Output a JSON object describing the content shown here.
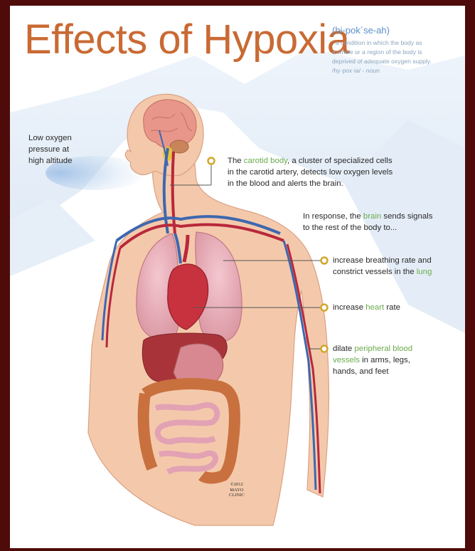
{
  "title": "Effects of Hypoxia",
  "pronunciation": "(hi-pok´se-ah)",
  "definition": [
    ": a condition in which the body as",
    "a whole or a region of the body is",
    "deprived of adequate oxygen supply.",
    "/hy·pox·ia/ - noun"
  ],
  "low_oxygen": [
    "Low oxygen",
    "pressure at",
    "high altitude"
  ],
  "carotid": {
    "pre": "The ",
    "term": "carotid body",
    "post": ", a cluster of specialized cells",
    "line2": "in the carotid artery, detects low oxygen levels",
    "line3": "in the blood and alerts the brain."
  },
  "response": {
    "pre": "In response, the ",
    "term": "brain",
    "post": " sends signals",
    "line2": "to the rest of the body to..."
  },
  "lung_effect": {
    "line1": "increase breathing rate and",
    "pre2": "constrict vessels in the ",
    "term": "lung"
  },
  "heart_effect": {
    "pre": "increase ",
    "term": "heart",
    "post": " rate"
  },
  "vessels_effect": {
    "pre": "dilate ",
    "term": "peripheral blood",
    "term2": "vessels",
    "post2": " in arms, legs,",
    "line3": "hands, and feet"
  },
  "copyright": [
    "©2012",
    "MAYO",
    "CLINIC"
  ],
  "colors": {
    "title": "#c96a33",
    "highlight": "#6aab4c",
    "pronunciation": "#5a8fc8",
    "frame": "#4f0a0a",
    "skin": "#f3c6a8",
    "artery": "#b8283a",
    "vein": "#3d67b0",
    "marker": "#e8c23a"
  }
}
